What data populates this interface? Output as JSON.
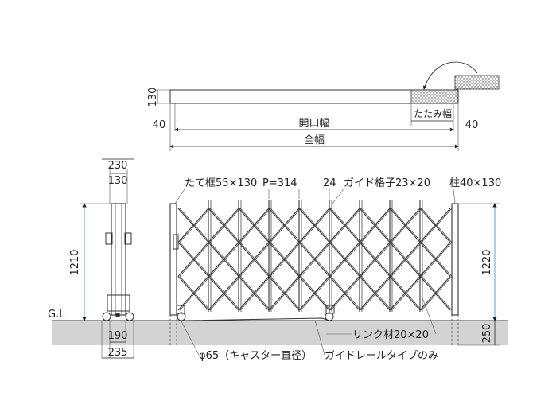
{
  "top_view": {
    "height_label": "130",
    "left_offset": "40",
    "right_offset": "40",
    "opening_width": "開口幅",
    "fold_width": "たたみ幅",
    "total_width": "全幅"
  },
  "side_view": {
    "top_width": "230",
    "inner_width": "130",
    "height": "1210",
    "ground_label": "G.L",
    "base_inner": "190",
    "base_outer": "235"
  },
  "front_view": {
    "frame_label": "たて框55×130",
    "pitch_label": "P=314",
    "guide_spacing": "24",
    "guide_label": "ガイド格子23×20",
    "post_label": "柱40×130",
    "height": "1220",
    "below_ground": "250",
    "link_label": "リンク材20×20",
    "caster_label": "φ65（キャスター直径）",
    "rail_label": "ガイドレールタイプのみ"
  },
  "colors": {
    "ground": "#d3d3d3",
    "dimension_blue": "#3aa0d8",
    "line": "#222222"
  }
}
